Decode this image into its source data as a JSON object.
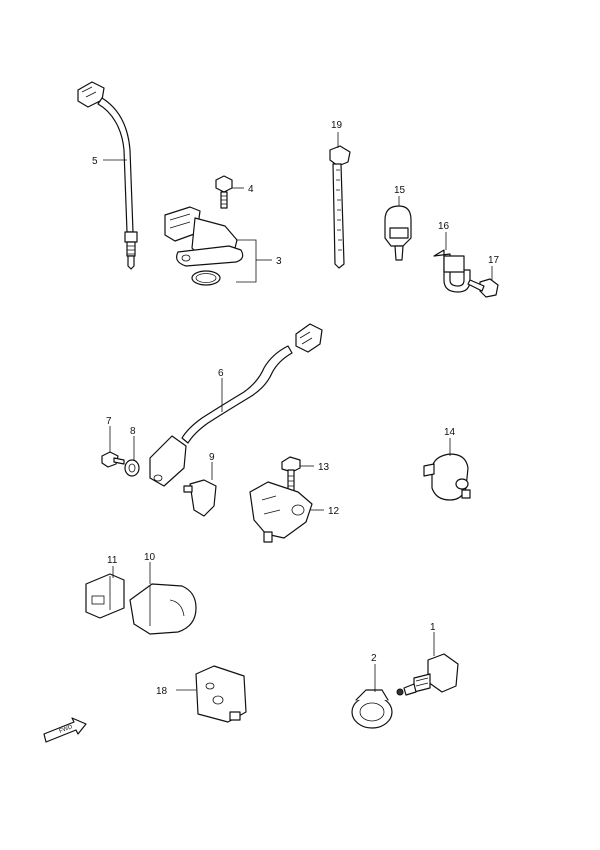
{
  "callouts": {
    "c1": "1",
    "c2": "2",
    "c3": "3",
    "c4": "4",
    "c5": "5",
    "c6": "6",
    "c7": "7",
    "c8": "8",
    "c9": "9",
    "c10": "10",
    "c11": "11",
    "c12": "12",
    "c13": "13",
    "c14": "14",
    "c15": "15",
    "c16": "16",
    "c17": "17",
    "c18": "18",
    "c19": "19"
  },
  "fwd_label": "FWD"
}
